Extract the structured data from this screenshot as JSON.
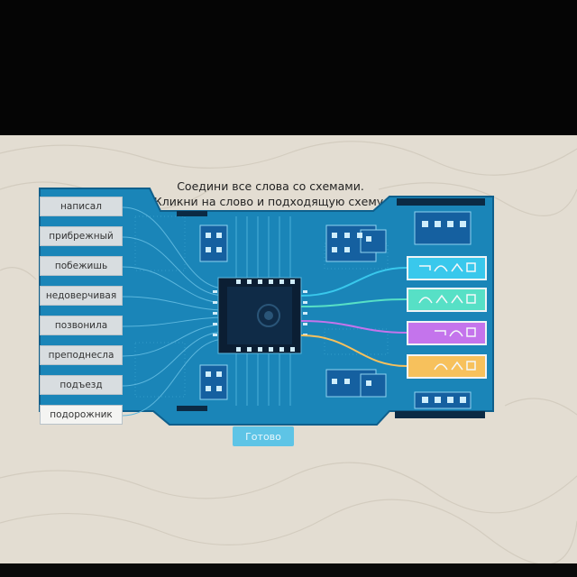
{
  "instruction": {
    "line1": "Соедини все слова со схемами.",
    "line2": "Кликни на слово и подходящую схему."
  },
  "words": [
    {
      "label": "написал"
    },
    {
      "label": "прибрежный"
    },
    {
      "label": "побежишь"
    },
    {
      "label": "недоверчивая"
    },
    {
      "label": "позвонила"
    },
    {
      "label": "преподнесла"
    },
    {
      "label": "подъезд"
    },
    {
      "label": "подорожник"
    }
  ],
  "schemes": [
    {
      "color": "#39c8ec",
      "morphemes": [
        "prefix",
        "root",
        "suffix",
        "ending"
      ]
    },
    {
      "color": "#57e0c6",
      "morphemes": [
        "root",
        "suffix",
        "suffix",
        "ending"
      ]
    },
    {
      "color": "#c474ec",
      "morphemes": [
        "prefix",
        "root",
        "ending"
      ]
    },
    {
      "color": "#f7c15c",
      "morphemes": [
        "root",
        "suffix",
        "ending"
      ]
    }
  ],
  "done_button": {
    "label": "Готово"
  },
  "colors": {
    "board": "#1a85b8",
    "board_dark": "#0f5f8c",
    "chip": "#0b1e33",
    "background": "#e3ddd2"
  }
}
